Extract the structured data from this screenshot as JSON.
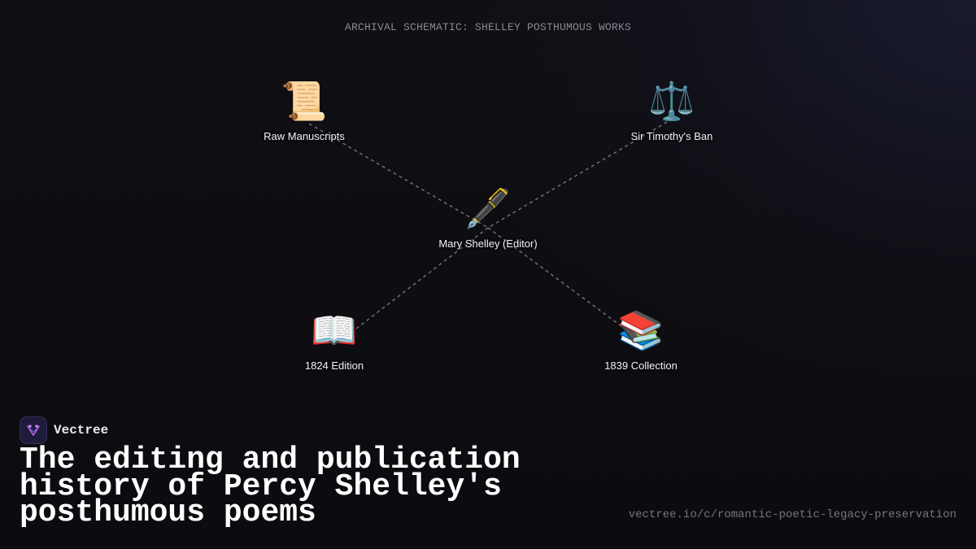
{
  "header": {
    "schematic_title": "ARCHIVAL SCHEMATIC: SHELLEY POSTHUMOUS WORKS"
  },
  "diagram": {
    "nodes": [
      {
        "id": "manuscripts",
        "icon": "scroll-icon",
        "glyph": "📜",
        "label": "Raw Manuscripts"
      },
      {
        "id": "ban",
        "icon": "balance-scale-icon",
        "glyph": "⚖️",
        "label": "Sir Timothy's Ban"
      },
      {
        "id": "editor",
        "icon": "fountain-pen-icon",
        "glyph": "🖋️",
        "label": "Mary Shelley (Editor)"
      },
      {
        "id": "ed1824",
        "icon": "open-book-icon",
        "glyph": "📖",
        "label": "1824 Edition"
      },
      {
        "id": "coll1839",
        "icon": "stack-of-books-icon",
        "glyph": "📚",
        "label": "1839 Collection"
      }
    ],
    "edges": [
      {
        "from": "manuscripts",
        "to": "editor"
      },
      {
        "from": "ban",
        "to": "editor"
      },
      {
        "from": "editor",
        "to": "ed1824"
      },
      {
        "from": "editor",
        "to": "coll1839"
      }
    ],
    "edge_style": "dashed",
    "edge_color": "#6e6e76"
  },
  "brand": {
    "name": "Vectree",
    "logo_icon": "vectree-logo-icon",
    "accent": "#b46cf0"
  },
  "headline": "The editing and publication\nhistory of Percy Shelley's\nposthumous poems",
  "url": "vectree.io/c/romantic-poetic-legacy-preservation"
}
